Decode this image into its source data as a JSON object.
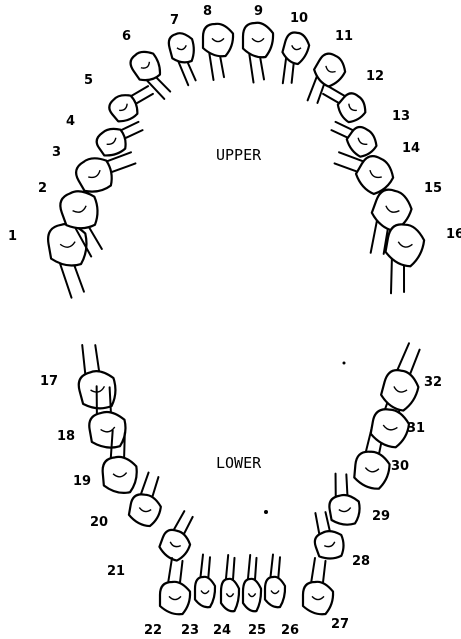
{
  "diagram": {
    "upper_label": "UPPER",
    "lower_label": "LOWER",
    "upper_teeth": [
      "1",
      "2",
      "3",
      "4",
      "5",
      "6",
      "7",
      "8",
      "9",
      "10",
      "11",
      "12",
      "13",
      "14",
      "15",
      "16"
    ],
    "lower_teeth": [
      "17",
      "18",
      "19",
      "20",
      "21",
      "22",
      "23",
      "24",
      "25",
      "26",
      "27",
      "28",
      "29",
      "30",
      "31",
      "32"
    ]
  }
}
